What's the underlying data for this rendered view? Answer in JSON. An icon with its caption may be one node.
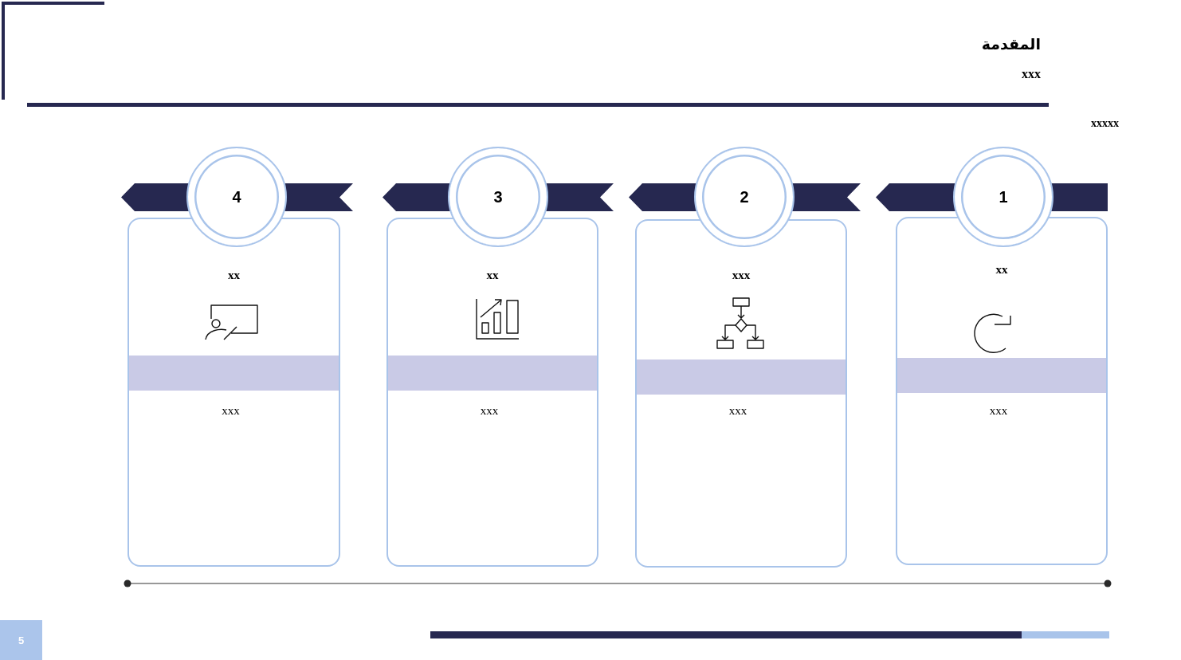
{
  "diagram": {
    "title": "المقدمة",
    "nodes": [
      {
        "text": [
          "4"
        ]
      },
      {
        "text": [
          "xx",
          "xxx"
        ]
      },
      {
        "text": [],
        "shape": "bar",
        "in": 1
      },
      {
        "text": [
          "3"
        ]
      },
      {
        "text": [
          "xx",
          "xxx"
        ]
      },
      {
        "text": [],
        "shape": "bar",
        "in": 4
      },
      {
        "text": [
          "2"
        ]
      },
      {
        "text": [
          "xxx",
          "xxx"
        ]
      },
      {
        "text": [],
        "shape": "bar",
        "in": 7
      },
      {
        "text": [
          "1"
        ]
      },
      {
        "text": [
          "xx",
          "xxx"
        ]
      },
      {
        "text": [],
        "shape": "bar",
        "in": 10
      },
      {
        "text": [
          "5"
        ]
      }
    ],
    "labels": [
      "xxx",
      "xxxxx"
    ]
  }
}
